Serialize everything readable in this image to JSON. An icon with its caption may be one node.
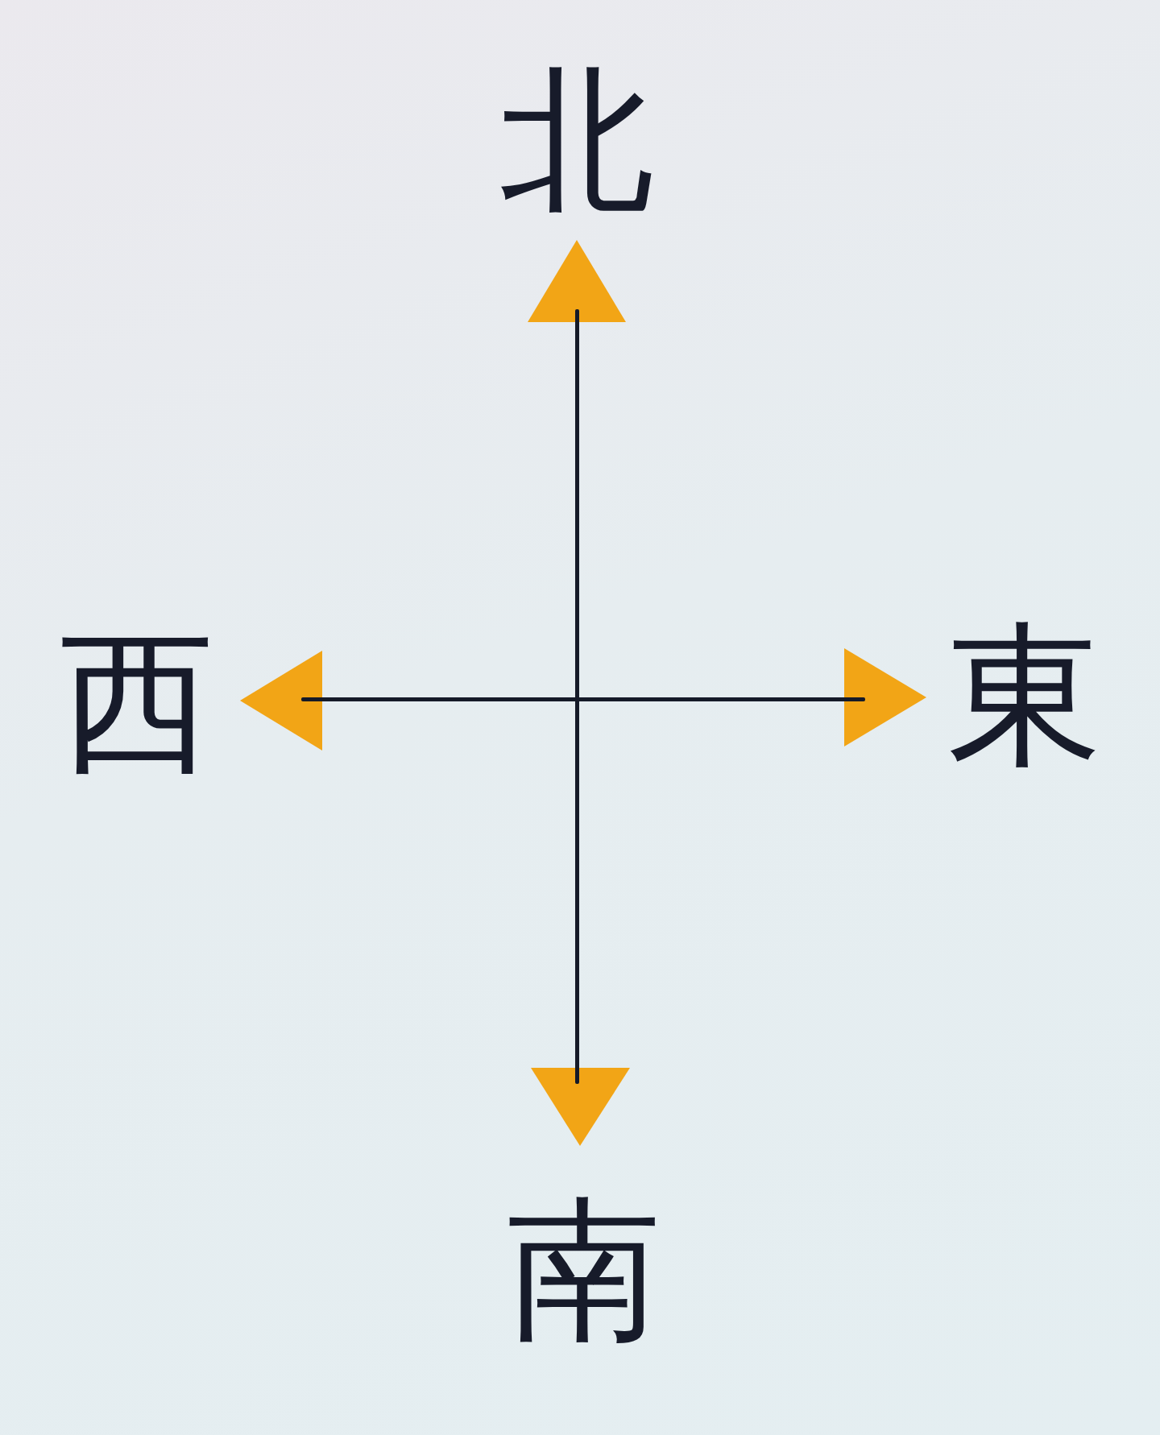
{
  "diagram": {
    "labels": [
      "北",
      "西",
      "東",
      "南"
    ]
  }
}
